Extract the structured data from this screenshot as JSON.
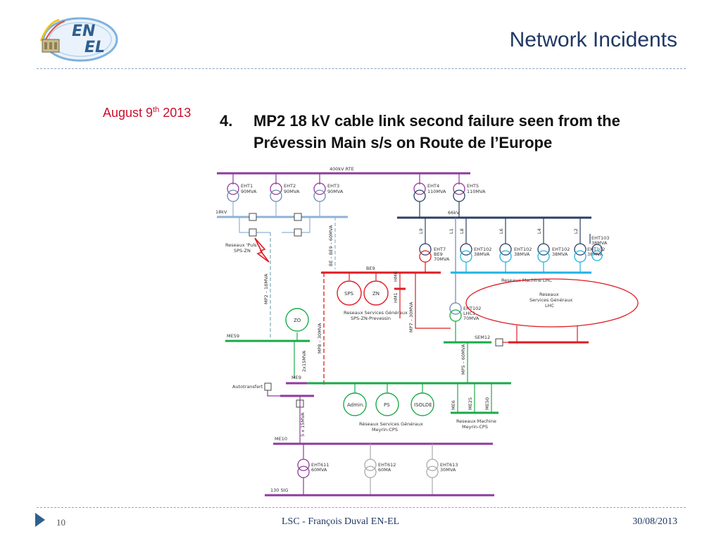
{
  "header": {
    "title": "Network Incidents",
    "logo_top": "EN",
    "logo_bottom": "EL"
  },
  "slide": {
    "date_prefix": "August 9",
    "date_sup": "th",
    "date_suffix": " 2013",
    "bullet_number": "4.",
    "bullet_text": "MP2 18 kV cable link second failure seen from the Prévessin Main s/s on Route de l’Europe"
  },
  "diagram": {
    "busbars": {
      "rte": "400kV RTE",
      "kv18": "18kV",
      "kv66": "66kV",
      "be9": "BE9",
      "me59": "ME59",
      "me9": "ME9",
      "me10": "ME10",
      "sig": "130 SIG",
      "sem12": "SEM12"
    },
    "transformers": {
      "eht1": "EHT1",
      "eht1_mva": "90MVA",
      "eht2": "EHT2",
      "eht2_mva": "90MVA",
      "eht3": "EHT3",
      "eht3_mva": "90MVA",
      "eht4": "EHT4",
      "eht4_mva": "110MVA",
      "eht5": "EHT5",
      "eht5_mva": "110MVA",
      "eht7": "EHT7",
      "eht7_be": "BE9",
      "eht7_mva": "70MVA",
      "eht102a": "EHT102",
      "eht102a_mva": "38MVA",
      "eht102b": "EHT102",
      "eht102b_mva": "38MVA",
      "eht102c": "EHT102",
      "eht102c_mva": "38MVA",
      "eht102d": "EHT102",
      "eht102d_mva": "38MVA",
      "eht103": "EHT103",
      "eht103_mva": "38MVA",
      "eht102lhc": "EHT102",
      "lhc1": "LHC1",
      "lhc1_mva": "70MVA",
      "eht611": "EHT611",
      "eht611_mva": "60MVA",
      "eht612": "EHT612",
      "eht612_mva": "60MA",
      "eht613": "EHT613",
      "eht613_mva": "30MVA"
    },
    "lines": {
      "l9": "L9",
      "l1": "L1",
      "l8": "L8",
      "l6": "L6",
      "l4": "L4",
      "l2": "L2",
      "mp2": "MP2 – 18MVA",
      "be_be9": "BE – BE9 – 60MVA",
      "mp8": "MP8 – 30MVA",
      "mp7": "MP7 – 30MVA",
      "mp5": "MP5 – 60MVA",
      "hm1": "HM1",
      "hm0": "HM0",
      "x2": "2x15MVA",
      "x5": "5 x 15MVA",
      "me6": "ME6",
      "me25": "ME25",
      "me50": "ME50"
    },
    "loads": {
      "zo": "ZO",
      "sps": "SPS",
      "zn": "ZN",
      "admin": "Admin.",
      "ps": "PS",
      "isolde": "ISOLDE"
    },
    "texts": {
      "res_pun_1": "Reseaux 'Puls'",
      "res_pun_2": "SPS-ZN",
      "rsg_spszn_1": "Reseaux Services Généraux",
      "rsg_spszn_2": "SPS-ZN-Prevessin",
      "rm_lhc": "Reseaux Machine LHC",
      "rsg_lhc_1": "Reseaux",
      "rsg_lhc_2": "Services Généraux",
      "rsg_lhc_3": "LHC",
      "autotransfert": "Autotransfert",
      "rsg_meyrin_1": "Réseaux Services Généraux",
      "rsg_meyrin_2": "Meyrin-CPS",
      "rm_meyrin_1": "Reseaux Machine",
      "rm_meyrin_2": "Meyrin-CPS"
    }
  },
  "footer": {
    "page": "10",
    "center": "LSC  -  François Duval EN-EL",
    "date": "30/08/2013"
  },
  "colors": {
    "purple": "#8e3a9e",
    "red": "#e01b22",
    "green": "#1aaa4a",
    "blue": "#6e86b0",
    "navy": "#2b3f66",
    "cyan": "#1fb3e0",
    "lightblue": "#8fb2d6",
    "gray": "#aaaaaa",
    "title": "#1f3864"
  }
}
